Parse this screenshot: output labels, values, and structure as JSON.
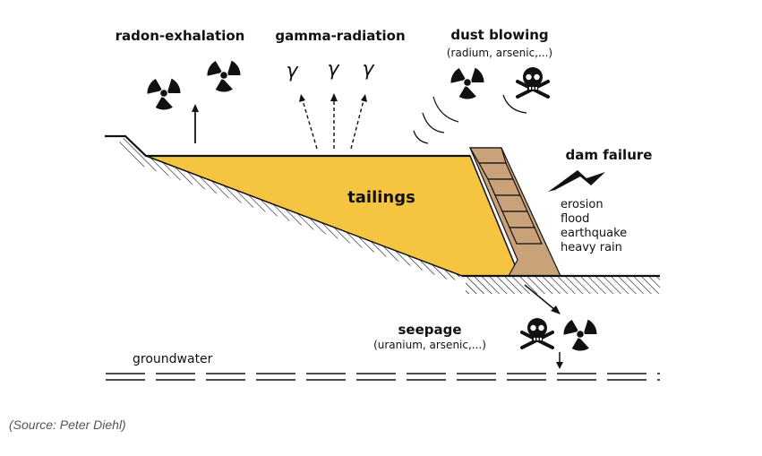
{
  "labels": {
    "radon": "radon-exhalation",
    "gamma": "gamma-radiation",
    "gamma_symbol": "γ",
    "dust": "dust blowing",
    "dust_sub": "(radium, arsenic,...)",
    "dam_failure": "dam failure",
    "dam_causes": [
      "erosion",
      "flood",
      "earthquake",
      "heavy rain"
    ],
    "tailings": "tailings",
    "seepage": "seepage",
    "seepage_sub": "(uranium, arsenic,...)",
    "groundwater": "groundwater"
  },
  "caption": "(Source: Peter Diehl)",
  "colors": {
    "tailings": "#F5C542",
    "dam": "#C9A27A",
    "line": "#111111"
  },
  "icons": [
    "radiation-icon",
    "skull-crossbones-icon",
    "lightning-icon"
  ]
}
